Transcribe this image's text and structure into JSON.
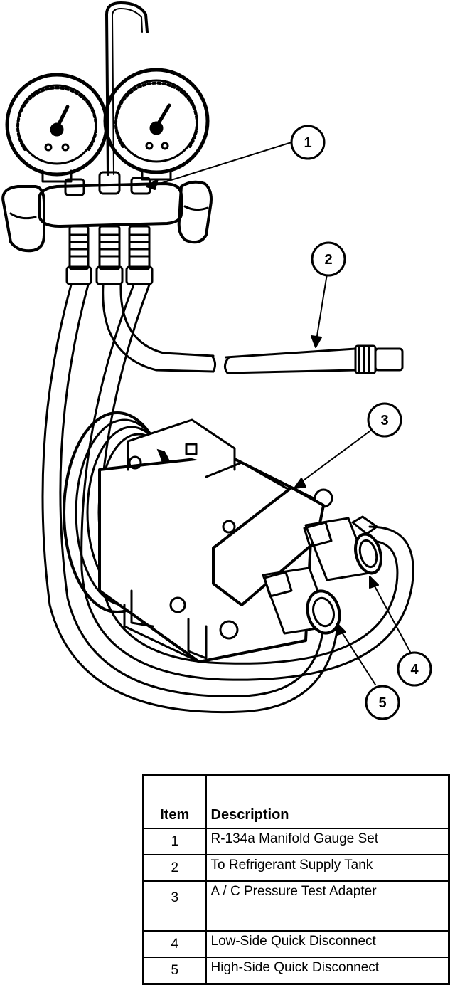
{
  "diagram": {
    "callouts": [
      "1",
      "2",
      "3",
      "4",
      "5"
    ]
  },
  "legend": {
    "headers": {
      "item": "Item",
      "description": "Description"
    },
    "rows": [
      {
        "item": "1",
        "description": "R-134a Manifold Gauge Set"
      },
      {
        "item": "2",
        "description": "To Refrigerant Supply Tank"
      },
      {
        "item": "3",
        "description": "A / C Pressure Test Adapter"
      },
      {
        "item": "4",
        "description": "Low-Side Quick Disconnect"
      },
      {
        "item": "5",
        "description": "High-Side Quick Disconnect"
      }
    ]
  }
}
